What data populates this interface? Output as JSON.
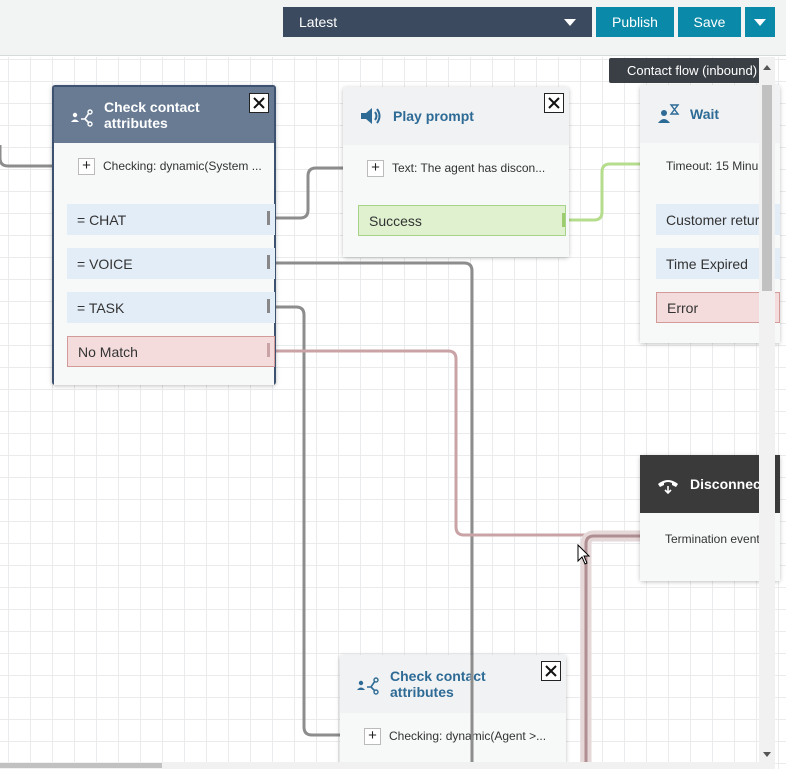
{
  "toolbar": {
    "version_label": "Latest",
    "publish_label": "Publish",
    "save_label": "Save"
  },
  "flow_type_label": "Contact flow (inbound)",
  "blocks": {
    "check1": {
      "title_line1": "Check contact",
      "title_line2": "attributes",
      "input_text": "Checking: dynamic(System ...",
      "branches": [
        "= CHAT",
        "= VOICE",
        "= TASK",
        "No Match"
      ]
    },
    "prompt": {
      "title": "Play prompt",
      "input_text": "Text: The agent has discon...",
      "branches": [
        "Success"
      ]
    },
    "wait": {
      "title": "Wait",
      "input_text": "Timeout: 15 Minu",
      "branches": [
        "Customer retur",
        "Time Expired",
        "Error"
      ]
    },
    "disconnect": {
      "title": "Disconnec",
      "input_text": "Termination event"
    },
    "check2": {
      "title_line1": "Check contact",
      "title_line2": "attributes",
      "input_text": "Checking: dynamic(Agent >..."
    }
  },
  "colors": {
    "wire_default": "#8d8d8d",
    "wire_success": "#b6dd8e",
    "wire_error": "#c9a3a6",
    "header_selected": "#687b93",
    "header_dark": "#3a3a3a",
    "button_teal": "#0a8aa8",
    "select_dark": "#3b4a5e"
  },
  "icons": [
    "check-attributes-icon",
    "speaker-icon",
    "wait-icon",
    "disconnect-icon",
    "close-icon",
    "plus-icon",
    "chevron-down-icon"
  ]
}
